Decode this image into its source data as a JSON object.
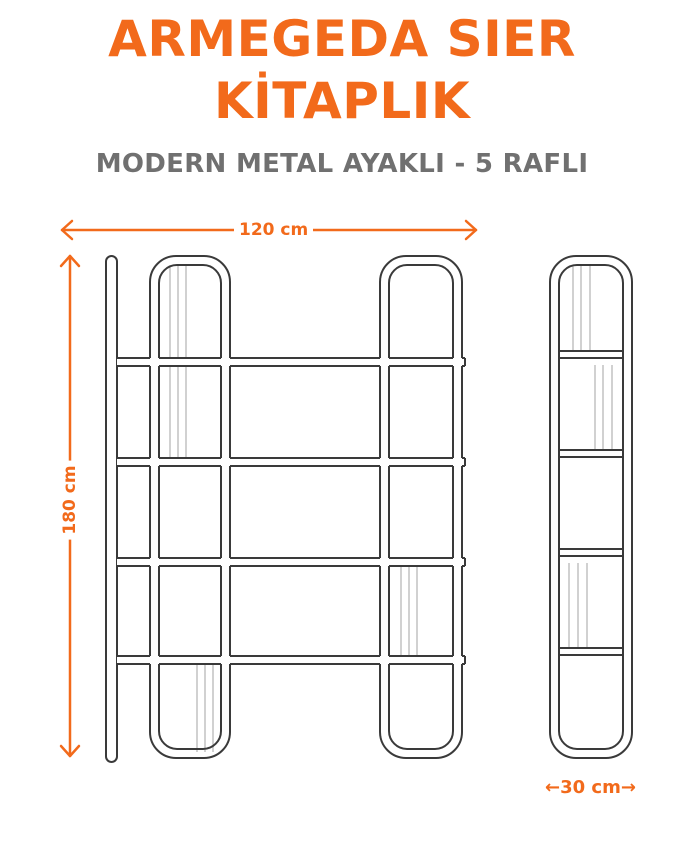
{
  "header": {
    "title_line1": "ARMEGEDA SIER",
    "title_line2": "KİTAPLIK",
    "subtitle": "MODERN METAL AYAKLI - 5 RAFLI"
  },
  "dimensions": {
    "width_label": "120 cm",
    "height_label": "180 cm",
    "depth_label": "←30 cm→"
  },
  "drawing": {
    "front_view": {
      "shelf_count": 4,
      "frames": 2,
      "side_post": 1
    },
    "side_view": {
      "shelf_count": 4
    }
  },
  "colors": {
    "accent": "#F26A1B",
    "subtitle": "#707070",
    "line": "#3a3a3a",
    "book_line": "#b0b0b0",
    "background": "#ffffff"
  }
}
